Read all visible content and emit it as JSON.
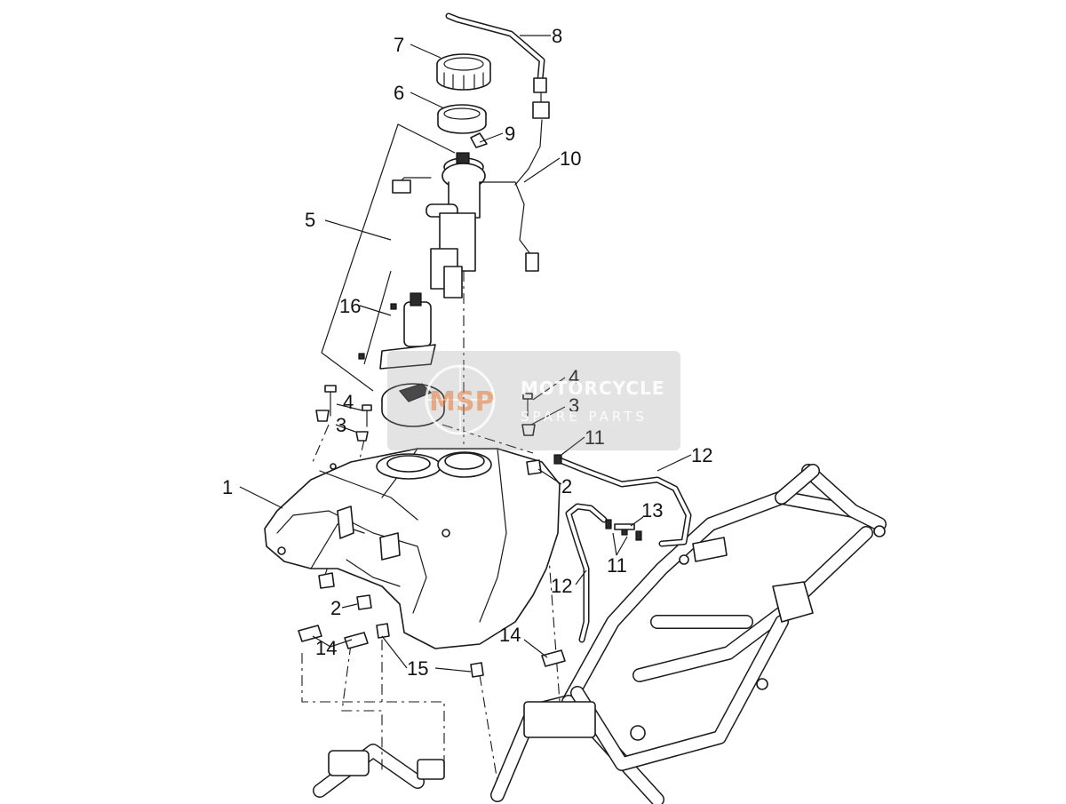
{
  "callouts": {
    "c1": "1",
    "c2a": "2",
    "c2b": "2",
    "c3a": "3",
    "c3b": "3",
    "c4a": "4",
    "c4b": "4",
    "c5": "5",
    "c6": "6",
    "c7": "7",
    "c8": "8",
    "c9": "9",
    "c10": "10",
    "c11a": "11",
    "c11b": "11",
    "c12a": "12",
    "c12b": "12",
    "c13": "13",
    "c14a": "14",
    "c14b": "14",
    "c15": "15",
    "c16": "16"
  },
  "watermark": {
    "logo": "MSP",
    "line1": "MOTORCYCLE",
    "line2": "SPARE PARTS"
  }
}
